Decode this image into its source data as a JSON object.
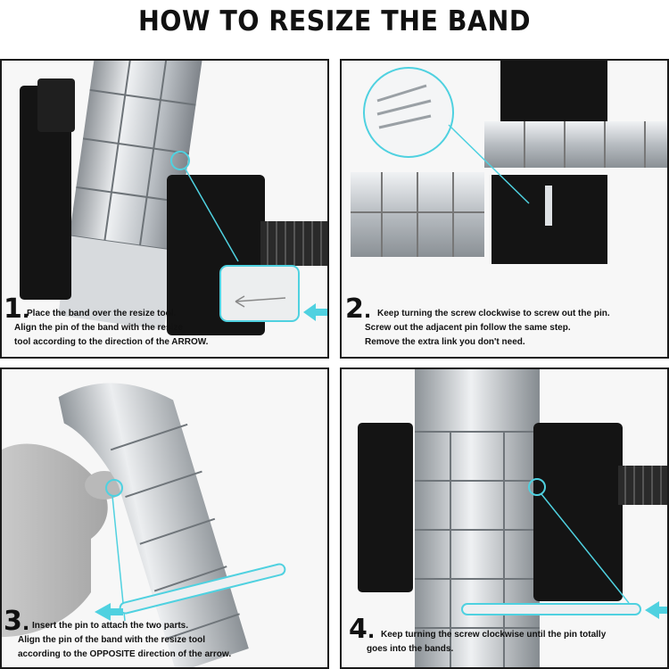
{
  "title": "HOW TO RESIZE THE BAND",
  "steps": [
    {
      "number": "1",
      "lines": [
        "Place the band over the resize tool.",
        "Align the pin of the band with the resize",
        "tool according to the direction of the ARROW."
      ]
    },
    {
      "number": "2",
      "lines": [
        "Keep turning the screw clockwise to screw out the pin.",
        "Screw out the adjacent pin follow the same step.",
        "Remove the extra link you don't need."
      ]
    },
    {
      "number": "3",
      "lines": [
        "Insert the pin to attach the two parts.",
        "Align the pin of the band with the resize tool",
        "according to the OPPOSITE direction of the arrow."
      ]
    },
    {
      "number": "4",
      "lines": [
        "Keep turning the screw clockwise until the pin totally",
        "goes into the bands."
      ]
    }
  ],
  "colors": {
    "accent": "#4fd1e0",
    "tool": "#141414",
    "metal": "#c9cdd1",
    "border": "#1a1a1a"
  }
}
